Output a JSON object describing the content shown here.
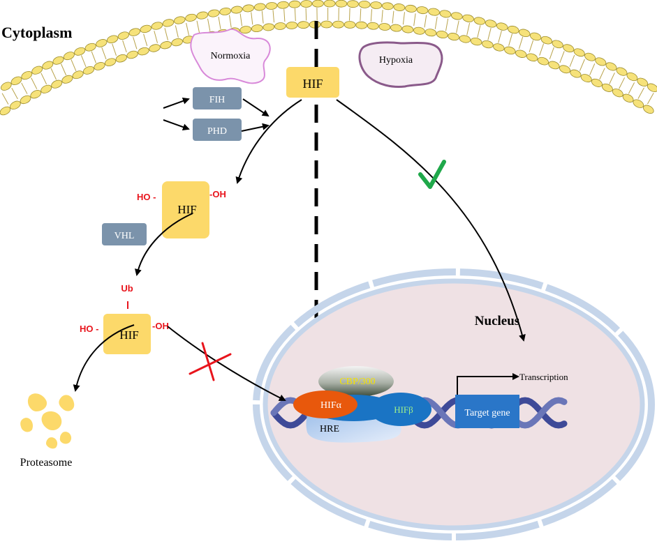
{
  "regions": {
    "cytoplasm": "Cytoplasm",
    "nucleus": "Nucleus"
  },
  "conditions": {
    "normoxia": "Normoxia",
    "hypoxia": "Hypoxia"
  },
  "enzymes": {
    "fih": "FIH",
    "phd": "PHD",
    "vhl": "VHL"
  },
  "hif_label": "HIF",
  "modifications": {
    "ho": "HO",
    "oh": "-OH",
    "ub": "Ub"
  },
  "proteasome": "Proteasome",
  "complex": {
    "cbp": "CBP/300",
    "hif_alpha": "HIFα",
    "hif_beta": "HIFβ",
    "hre": "HRE"
  },
  "target_gene": "Target gene",
  "transcription": "Transcription",
  "colors": {
    "hif_box": "#fcd96a",
    "enzyme_box": "#7b93ab",
    "mod_red": "#e8141c",
    "check_green": "#1fa84a",
    "cross_red": "#e8141c",
    "nucleus_fill": "#efe1e4",
    "nucleus_ring": "#c5d5ea",
    "hif_alpha": "#e8580c",
    "hif_beta": "#1a74c4",
    "target_gene_box": "#2a76c8",
    "dna": "#3e4a98",
    "membrane_head": "#f6e27a"
  }
}
